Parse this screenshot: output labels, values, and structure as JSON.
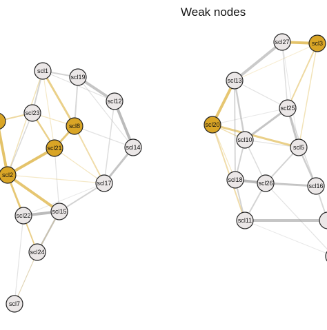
{
  "titles": {
    "right_panel": "Weak nodes"
  },
  "colors": {
    "background": "#ffffff",
    "highlight_node": "#d9a526",
    "regular_node": "#ebe7e7",
    "node_stroke": "#222222",
    "edge_gray": "#9e9e9e",
    "edge_gold": "#e3c062"
  },
  "left_network": {
    "nodes": [
      {
        "id": "l_scl1",
        "label": "scl1",
        "highlight": false
      },
      {
        "id": "l_scl19",
        "label": "scl19",
        "highlight": false
      },
      {
        "id": "l_scl12",
        "label": "scl12",
        "highlight": false
      },
      {
        "id": "l_scl23",
        "label": "scl23",
        "highlight": false
      },
      {
        "id": "l_scl8",
        "label": "scl8",
        "highlight": true
      },
      {
        "id": "l_scl21",
        "label": "scl21",
        "highlight": true
      },
      {
        "id": "l_scl14",
        "label": "scl14",
        "highlight": false
      },
      {
        "id": "l_scl2",
        "label": "scl2",
        "highlight": true
      },
      {
        "id": "l_scl17",
        "label": "scl17",
        "highlight": false
      },
      {
        "id": "l_scl22",
        "label": "scl22",
        "highlight": false
      },
      {
        "id": "l_scl15",
        "label": "scl15",
        "highlight": false
      },
      {
        "id": "l_scl24",
        "label": "scl24",
        "highlight": false
      },
      {
        "id": "l_scl7",
        "label": "scl7",
        "highlight": false
      },
      {
        "id": "l_cut1",
        "label": "",
        "highlight": true
      }
    ]
  },
  "right_network": {
    "nodes": [
      {
        "id": "r_scl27",
        "label": "scl27",
        "highlight": false
      },
      {
        "id": "r_scl3",
        "label": "scl3",
        "highlight": true
      },
      {
        "id": "r_scl13",
        "label": "scl13",
        "highlight": false
      },
      {
        "id": "r_scl25",
        "label": "scl25",
        "highlight": false
      },
      {
        "id": "r_scl20",
        "label": "scl20",
        "highlight": true
      },
      {
        "id": "r_scl10",
        "label": "scl10",
        "highlight": false
      },
      {
        "id": "r_scl5",
        "label": "scl5",
        "highlight": false
      },
      {
        "id": "r_scl18",
        "label": "scl18",
        "highlight": false
      },
      {
        "id": "r_scl26",
        "label": "scl26",
        "highlight": false
      },
      {
        "id": "r_scl16",
        "label": "scl16",
        "highlight": false
      },
      {
        "id": "r_scl11",
        "label": "scl11",
        "highlight": false
      },
      {
        "id": "r_cut1",
        "label": "",
        "highlight": false
      },
      {
        "id": "r_cut2",
        "label": "",
        "highlight": false
      }
    ]
  }
}
